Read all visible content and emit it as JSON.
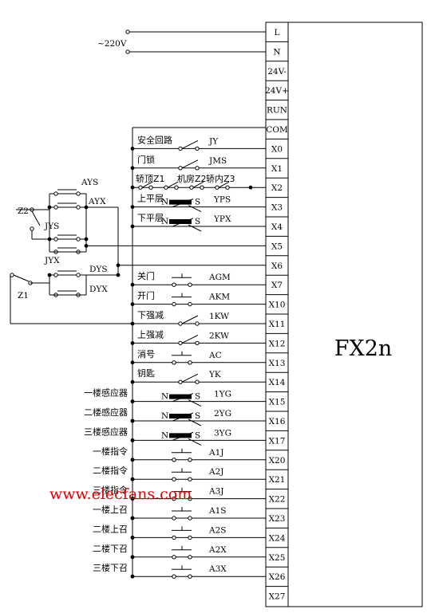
{
  "plc": {
    "model": "FX2n"
  },
  "supply": {
    "label": "~220V"
  },
  "terminals": [
    "L",
    "N",
    "24V-",
    "24V+",
    "RUN",
    "COM",
    "X0",
    "X1",
    "X2",
    "X3",
    "X4",
    "X5",
    "X6",
    "X7",
    "X10",
    "X11",
    "X12",
    "X13",
    "X14",
    "X15",
    "X16",
    "X17",
    "X20",
    "X21",
    "X22",
    "X23",
    "X24",
    "X25",
    "X26",
    "X27"
  ],
  "inputs": [
    {
      "terminal": "X0",
      "desc": "安全回路",
      "tag": "JY"
    },
    {
      "terminal": "X1",
      "desc": "门锁",
      "tag": "JMS"
    },
    {
      "terminal": "X2",
      "desc": "",
      "tag": "",
      "chain": [
        "轿顶Z1",
        "机房Z2",
        "轿内Z3"
      ]
    },
    {
      "terminal": "X3",
      "desc": "上平层",
      "tag": "YPS",
      "pole_n": "N",
      "pole_s": "S"
    },
    {
      "terminal": "X4",
      "desc": "下平层",
      "tag": "YPX",
      "pole_n": "N",
      "pole_s": "S"
    },
    {
      "terminal": "X5",
      "desc": "",
      "tag": ""
    },
    {
      "terminal": "X6",
      "desc": "",
      "tag": ""
    },
    {
      "terminal": "X7",
      "desc": "关门",
      "tag": "AGM"
    },
    {
      "terminal": "X10",
      "desc": "开门",
      "tag": "AKM"
    },
    {
      "terminal": "X11",
      "desc": "下强减",
      "tag": "1KW"
    },
    {
      "terminal": "X12",
      "desc": "上强减",
      "tag": "2KW"
    },
    {
      "terminal": "X13",
      "desc": "消号",
      "tag": "AC"
    },
    {
      "terminal": "X14",
      "desc": "钥匙",
      "tag": "YK"
    },
    {
      "terminal": "X15",
      "desc": "一楼感应器",
      "tag": "1YG",
      "pole_n": "N",
      "pole_s": "S"
    },
    {
      "terminal": "X16",
      "desc": "二楼感应器",
      "tag": "2YG",
      "pole_n": "N",
      "pole_s": "S"
    },
    {
      "terminal": "X17",
      "desc": "三楼感应器",
      "tag": "3YG",
      "pole_n": "N",
      "pole_s": "S"
    },
    {
      "terminal": "X20",
      "desc": "一楼指令",
      "tag": "A1J"
    },
    {
      "terminal": "X21",
      "desc": "二楼指令",
      "tag": "A2J"
    },
    {
      "terminal": "X22",
      "desc": "三楼指令",
      "tag": "A3J"
    },
    {
      "terminal": "X23",
      "desc": "一楼上召",
      "tag": "A1S"
    },
    {
      "terminal": "X24",
      "desc": "二楼上召",
      "tag": "A2S"
    },
    {
      "terminal": "X25",
      "desc": "二楼下召",
      "tag": "A2X"
    },
    {
      "terminal": "X26",
      "desc": "三楼下召",
      "tag": "A3X"
    }
  ],
  "left_circuit": {
    "labels": [
      "AYS",
      "AYX",
      "Z2",
      "JYS",
      "JYX",
      "DYS",
      "DYX",
      "Z1"
    ]
  },
  "watermark": "www.elecfans.com"
}
